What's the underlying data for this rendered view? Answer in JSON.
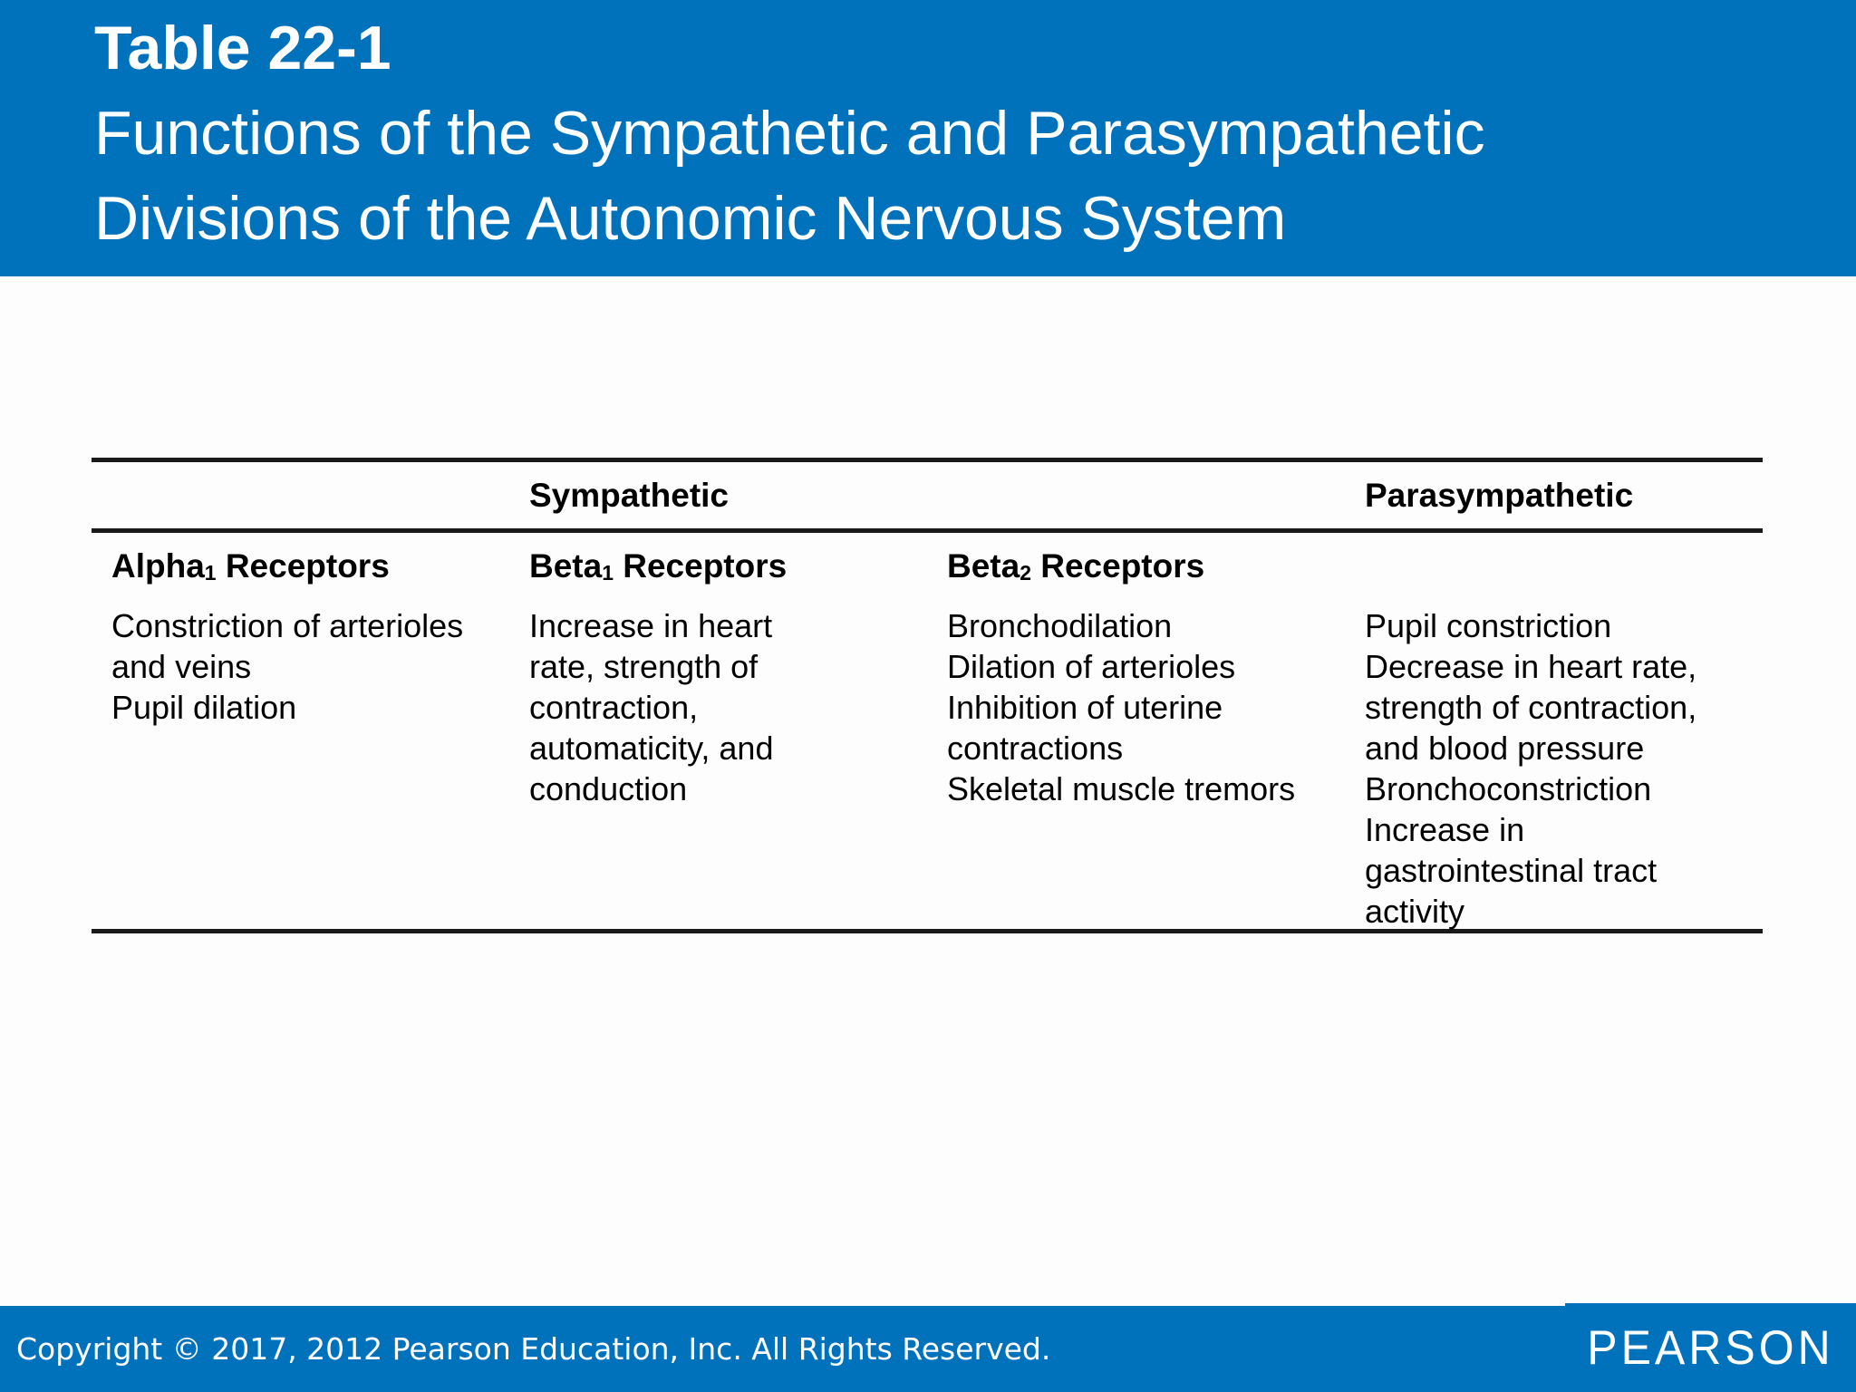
{
  "colors": {
    "brand_blue": "#0072BC",
    "header_text": "#FFFFFF",
    "table_text": "#000000",
    "table_rule": "#1A1A1A"
  },
  "header": {
    "table_number": "Table 22-1",
    "title_line_1": "Functions of the Sympathetic and Parasympathetic",
    "title_line_2": "Divisions of the Autonomic Nervous System"
  },
  "table": {
    "column_group_headers": {
      "sympathetic": "Sympathetic",
      "parasympathetic": "Parasympathetic"
    },
    "receptor_headers": [
      {
        "prefix": "Alpha",
        "sub": "1",
        "suffix": " Receptors"
      },
      {
        "prefix": "Beta",
        "sub": "1",
        "suffix": " Receptors"
      },
      {
        "prefix": "Beta",
        "sub": "2",
        "suffix": " Receptors"
      }
    ],
    "cells": {
      "alpha1_effects": "Constriction of arterioles\nand veins\nPupil dilation",
      "beta1_effects": "Increase in heart\nrate, strength of\ncontraction,\nautomaticity, and\nconduction",
      "beta2_effects": "Bronchodilation\nDilation of arterioles\nInhibition of uterine\ncontractions\nSkeletal muscle tremors",
      "parasympathetic_effects": "Pupil constriction\nDecrease in heart rate,\nstrength of contraction,\nand blood pressure\nBronchoconstriction\nIncrease in\ngastrointestinal tract\nactivity"
    }
  },
  "footer": {
    "copyright": "Copyright © 2017, 2012 Pearson Education, Inc. All Rights Reserved.",
    "logo": "PEARSON"
  }
}
